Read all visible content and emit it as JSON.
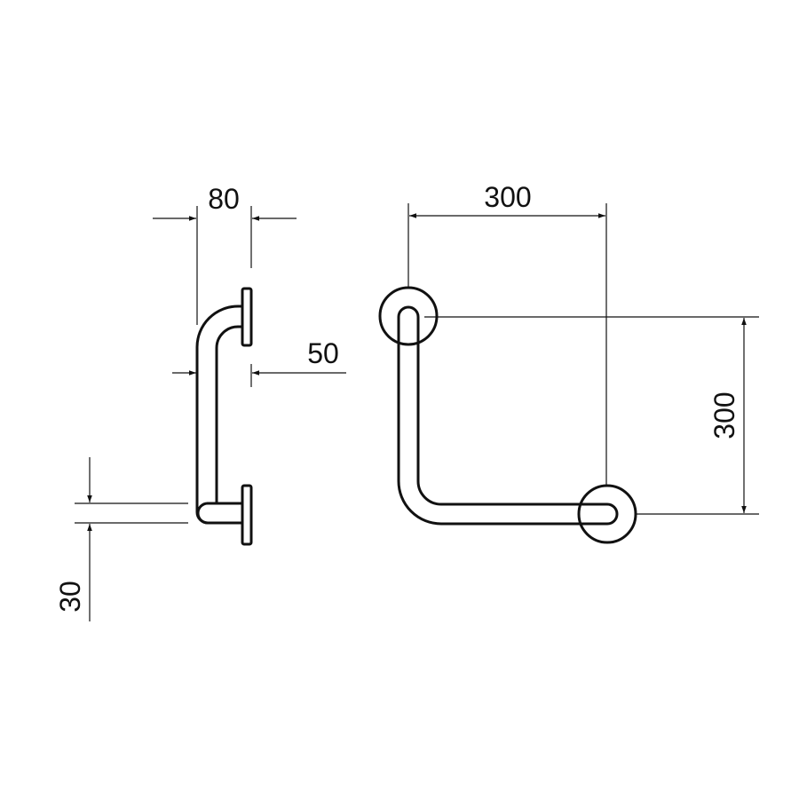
{
  "side_view": {
    "dim_depth": "80",
    "dim_offset": "50",
    "dim_tube": "30"
  },
  "top_view": {
    "dim_width": "300",
    "dim_height": "300"
  },
  "colors": {
    "line": "#111111",
    "background": "#ffffff"
  }
}
